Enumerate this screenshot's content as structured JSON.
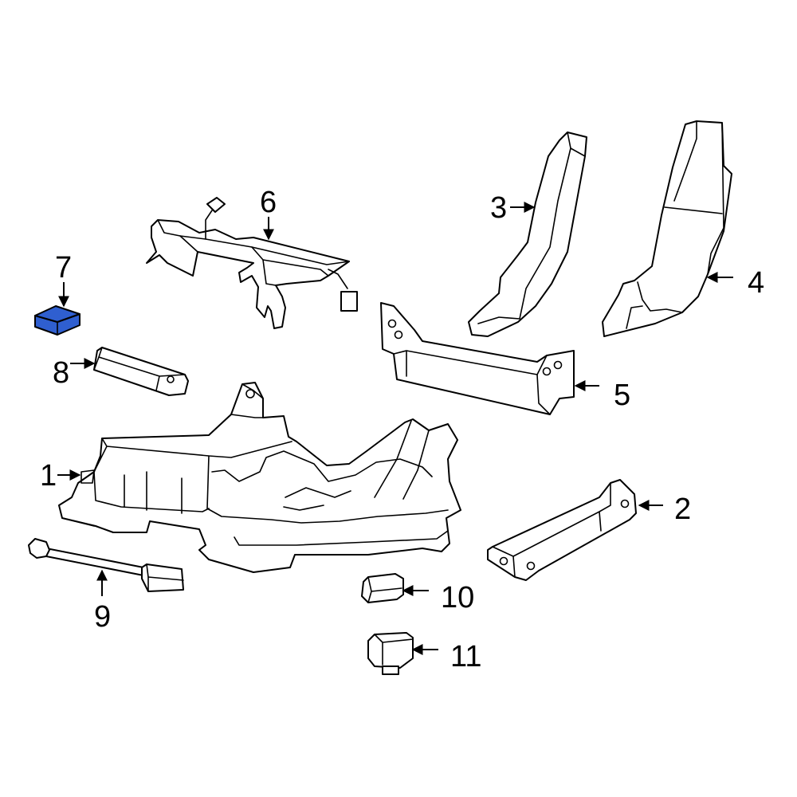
{
  "highlight_color": "#2f5fd0",
  "callouts": [
    {
      "id": "1",
      "label": "1"
    },
    {
      "id": "2",
      "label": "2"
    },
    {
      "id": "3",
      "label": "3"
    },
    {
      "id": "4",
      "label": "4"
    },
    {
      "id": "5",
      "label": "5"
    },
    {
      "id": "6",
      "label": "6"
    },
    {
      "id": "7",
      "label": "7"
    },
    {
      "id": "8",
      "label": "8"
    },
    {
      "id": "9",
      "label": "9"
    },
    {
      "id": "10",
      "label": "10"
    },
    {
      "id": "11",
      "label": "11"
    }
  ]
}
